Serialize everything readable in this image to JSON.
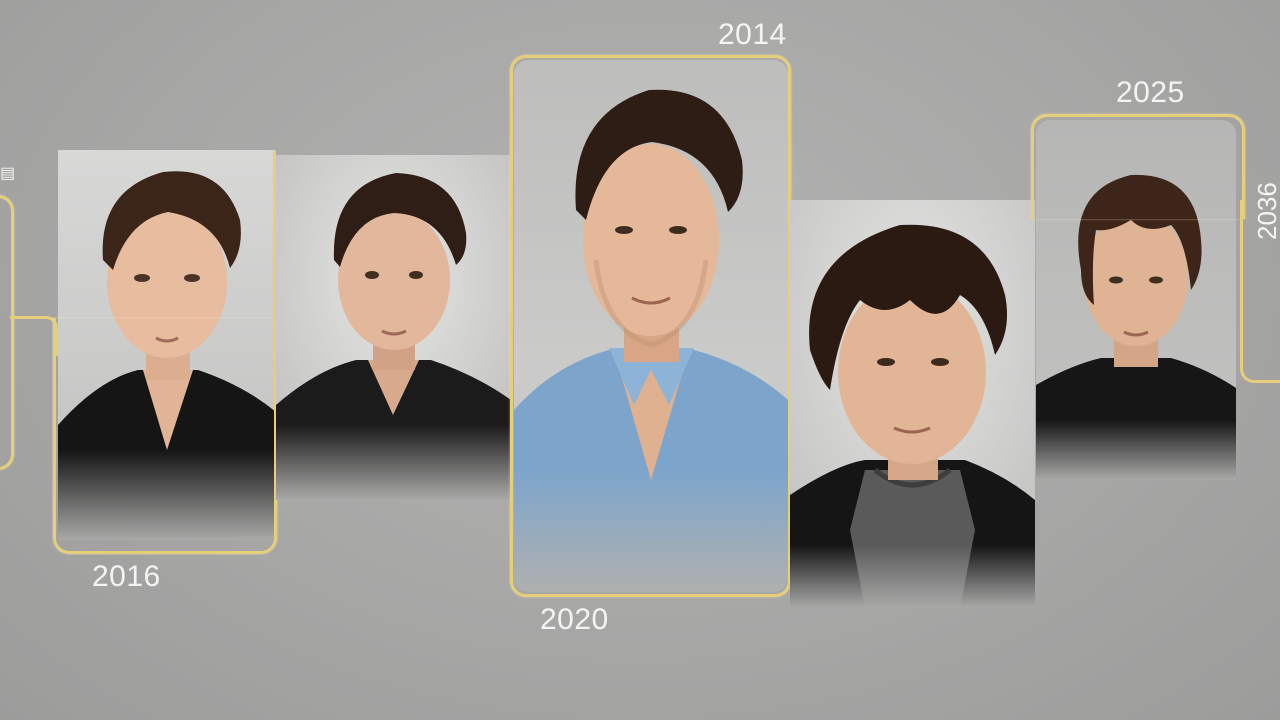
{
  "timeline": {
    "labels": {
      "year_2016": "2016",
      "year_2014": "2014",
      "year_2020": "2020",
      "year_2025": "2025",
      "year_2036_vertical": "2036"
    },
    "colors": {
      "background": "#a8a8a7",
      "frame_gold": "#e6cf7a",
      "label_white": "#f4f4f2"
    },
    "portraits": [
      {
        "shirt": "black",
        "highlighted": true
      },
      {
        "shirt": "black",
        "highlighted": false
      },
      {
        "shirt": "light-blue",
        "highlighted": true
      },
      {
        "shirt": "black-jacket-grey-tee",
        "highlighted": false
      },
      {
        "shirt": "black",
        "highlighted": true
      }
    ]
  }
}
